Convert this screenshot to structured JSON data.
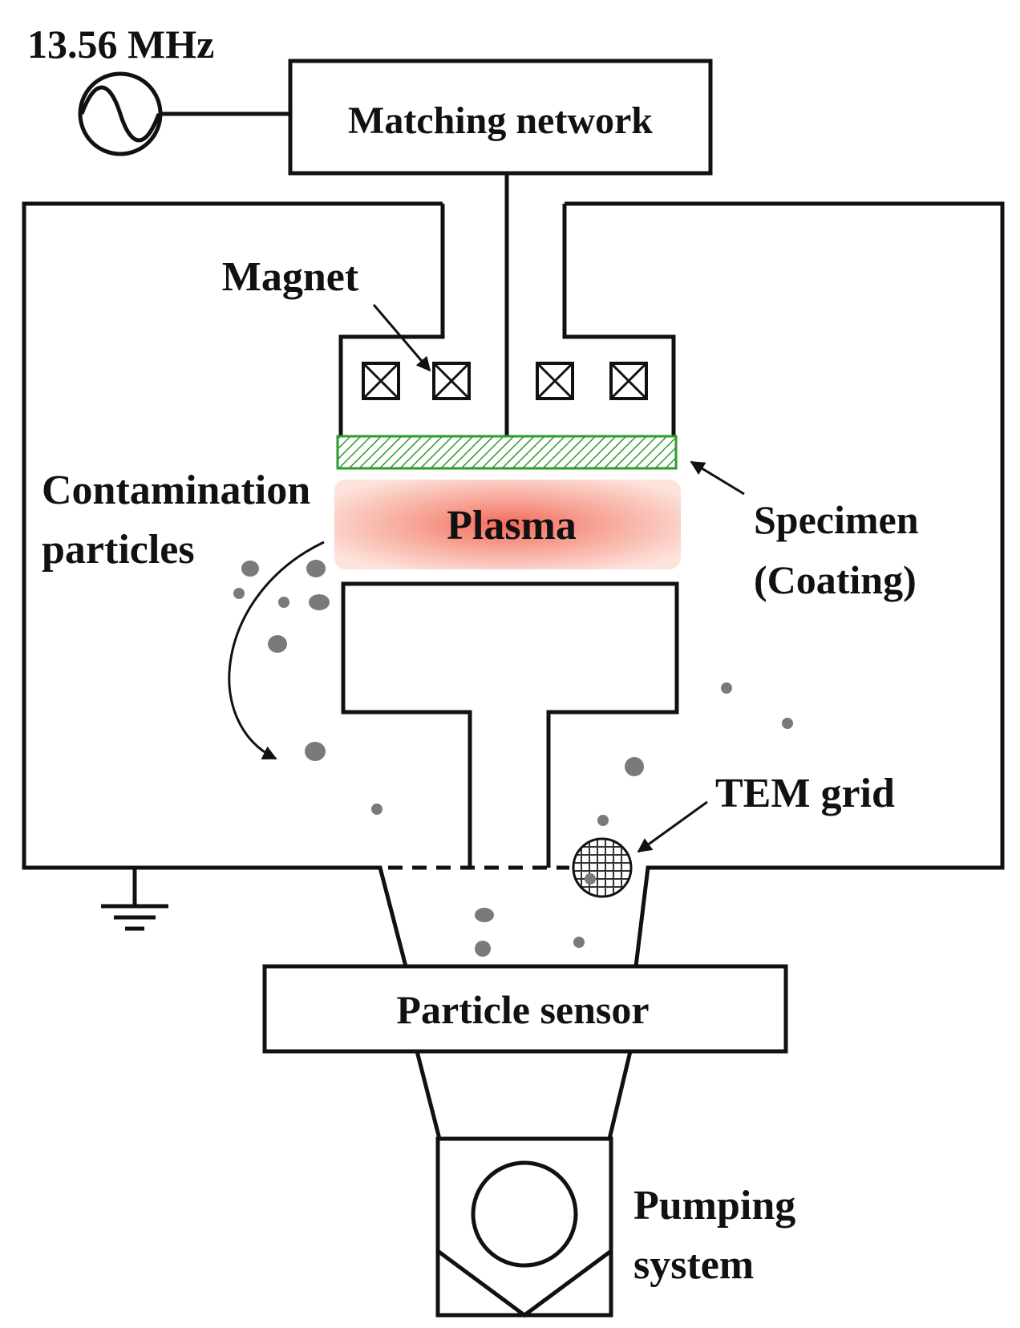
{
  "labels": {
    "rf_source": "13.56 MHz",
    "matching_network": "Matching network",
    "magnet": "Magnet",
    "contamination_line1": "Contamination",
    "contamination_line2": "particles",
    "plasma": "Plasma",
    "specimen_line1": "Specimen",
    "specimen_line2": "(Coating)",
    "tem_grid": "TEM grid",
    "particle_sensor": "Particle sensor",
    "pumping_line1": "Pumping",
    "pumping_line2": "system"
  },
  "colors": {
    "line": "#111111",
    "specimen": "#2e9a2e",
    "plasma_core": "#f26a5c",
    "plasma_edge": "#fde3dc",
    "particle": "#7a7a7a"
  },
  "icons": {
    "rf_source": "ac-source-icon",
    "magnet": "magnet-cross-box-icon",
    "ground": "ground-icon",
    "pump": "vacuum-pump-icon",
    "grid": "tem-grid-icon"
  }
}
